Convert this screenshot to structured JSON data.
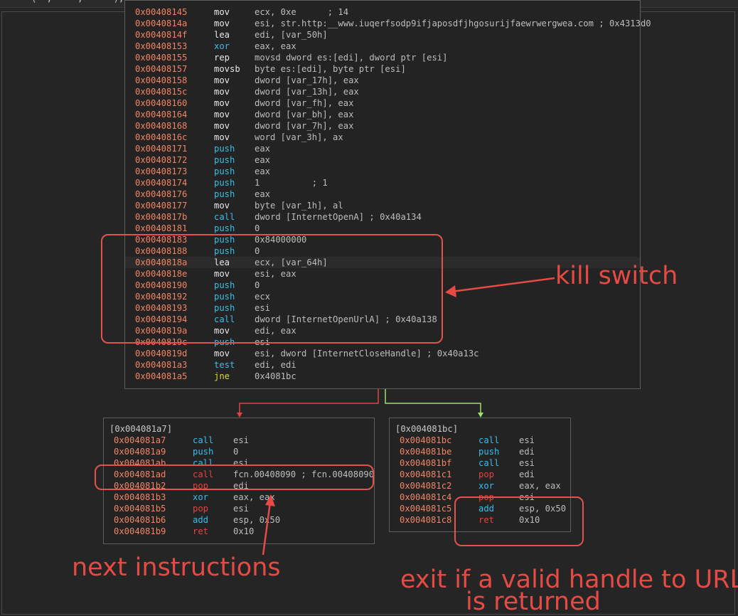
{
  "topbar": {
    "text": "     (  ,     ,      ),"
  },
  "main_block": {
    "lines": [
      {
        "addr": "0x00408145",
        "mn": "mov",
        "ops": "ecx, 0xe      ; 14"
      },
      {
        "addr": "0x0040814a",
        "mn": "mov",
        "ops": "esi, str.http:__www.iuqerfsodp9ifjaposdfjhgosurijfaewrwergwea.com ; 0x4313d0"
      },
      {
        "addr": "0x0040814f",
        "mn": "lea",
        "ops": "edi, [var_50h]"
      },
      {
        "addr": "0x00408153",
        "mn": "xor",
        "ops": "eax, eax"
      },
      {
        "addr": "0x00408155",
        "mn": "rep",
        "ops": "movsd dword es:[edi], dword ptr [esi]"
      },
      {
        "addr": "0x00408157",
        "mn": "movsb",
        "ops": "byte es:[edi], byte ptr [esi]"
      },
      {
        "addr": "0x00408158",
        "mn": "mov",
        "ops": "dword [var_17h], eax"
      },
      {
        "addr": "0x0040815c",
        "mn": "mov",
        "ops": "dword [var_13h], eax"
      },
      {
        "addr": "0x00408160",
        "mn": "mov",
        "ops": "dword [var_fh], eax"
      },
      {
        "addr": "0x00408164",
        "mn": "mov",
        "ops": "dword [var_bh], eax"
      },
      {
        "addr": "0x00408168",
        "mn": "mov",
        "ops": "dword [var_7h], eax"
      },
      {
        "addr": "0x0040816c",
        "mn": "mov",
        "ops": "word [var_3h], ax"
      },
      {
        "addr": "0x00408171",
        "mn": "push",
        "ops": "eax"
      },
      {
        "addr": "0x00408172",
        "mn": "push",
        "ops": "eax"
      },
      {
        "addr": "0x00408173",
        "mn": "push",
        "ops": "eax"
      },
      {
        "addr": "0x00408174",
        "mn": "push",
        "ops": "1          ; 1"
      },
      {
        "addr": "0x00408176",
        "mn": "push",
        "ops": "eax"
      },
      {
        "addr": "0x00408177",
        "mn": "mov",
        "ops": "byte [var_1h], al"
      },
      {
        "addr": "0x0040817b",
        "mn": "call",
        "ops": "dword [InternetOpenA] ; 0x40a134"
      },
      {
        "addr": "0x00408181",
        "mn": "push",
        "ops": "0"
      },
      {
        "addr": "0x00408183",
        "mn": "push",
        "ops": "0x84000000"
      },
      {
        "addr": "0x00408188",
        "mn": "push",
        "ops": "0"
      },
      {
        "addr": "0x0040818a",
        "mn": "lea",
        "ops": "ecx, [var_64h]"
      },
      {
        "addr": "0x0040818e",
        "mn": "mov",
        "ops": "esi, eax"
      },
      {
        "addr": "0x00408190",
        "mn": "push",
        "ops": "0"
      },
      {
        "addr": "0x00408192",
        "mn": "push",
        "ops": "ecx"
      },
      {
        "addr": "0x00408193",
        "mn": "push",
        "ops": "esi"
      },
      {
        "addr": "0x00408194",
        "mn": "call",
        "ops": "dword [InternetOpenUrlA] ; 0x40a138"
      },
      {
        "addr": "0x0040819a",
        "mn": "mov",
        "ops": "edi, eax"
      },
      {
        "addr": "0x0040819c",
        "mn": "push",
        "ops": "esi"
      },
      {
        "addr": "0x0040819d",
        "mn": "mov",
        "ops": "esi, dword [InternetCloseHandle] ; 0x40a13c"
      },
      {
        "addr": "0x004081a3",
        "mn": "test",
        "ops": "edi, edi"
      },
      {
        "addr": "0x004081a5",
        "mn": "jne",
        "ops": "0x4081bc"
      }
    ]
  },
  "left_block": {
    "header": "[0x004081a7]",
    "lines": [
      {
        "addr": "0x004081a7",
        "mn": "call",
        "ops": "esi"
      },
      {
        "addr": "0x004081a9",
        "mn": "push",
        "ops": "0"
      },
      {
        "addr": "0x004081ab",
        "mn": "call",
        "ops": "esi"
      },
      {
        "addr": "0x004081ad",
        "mn": "call",
        "ops": "fcn.00408090 ; fcn.00408090"
      },
      {
        "addr": "0x004081b2",
        "mn": "pop",
        "ops": "edi"
      },
      {
        "addr": "0x004081b3",
        "mn": "xor",
        "ops": "eax, eax"
      },
      {
        "addr": "0x004081b5",
        "mn": "pop",
        "ops": "esi"
      },
      {
        "addr": "0x004081b6",
        "mn": "add",
        "ops": "esp, 0x50"
      },
      {
        "addr": "0x004081b9",
        "mn": "ret",
        "ops": "0x10"
      }
    ]
  },
  "right_block": {
    "header": "[0x004081bc]",
    "lines": [
      {
        "addr": "0x004081bc",
        "mn": "call",
        "ops": "esi"
      },
      {
        "addr": "0x004081be",
        "mn": "push",
        "ops": "edi"
      },
      {
        "addr": "0x004081bf",
        "mn": "call",
        "ops": "esi"
      },
      {
        "addr": "0x004081c1",
        "mn": "pop",
        "ops": "edi"
      },
      {
        "addr": "0x004081c2",
        "mn": "xor",
        "ops": "eax, eax"
      },
      {
        "addr": "0x004081c4",
        "mn": "pop",
        "ops": "esi"
      },
      {
        "addr": "0x004081c5",
        "mn": "add",
        "ops": "esp, 0x50"
      },
      {
        "addr": "0x004081c8",
        "mn": "ret",
        "ops": "0x10"
      }
    ]
  },
  "annotations": {
    "kill_switch": "kill switch",
    "next_instructions": "next instructions",
    "exit_line1": "exit if a valid handle to URL",
    "exit_line2": "is returned"
  },
  "colors": {
    "annotation": "#e64a44",
    "false_edge": "#e0453f",
    "true_edge": "#9be26a"
  }
}
